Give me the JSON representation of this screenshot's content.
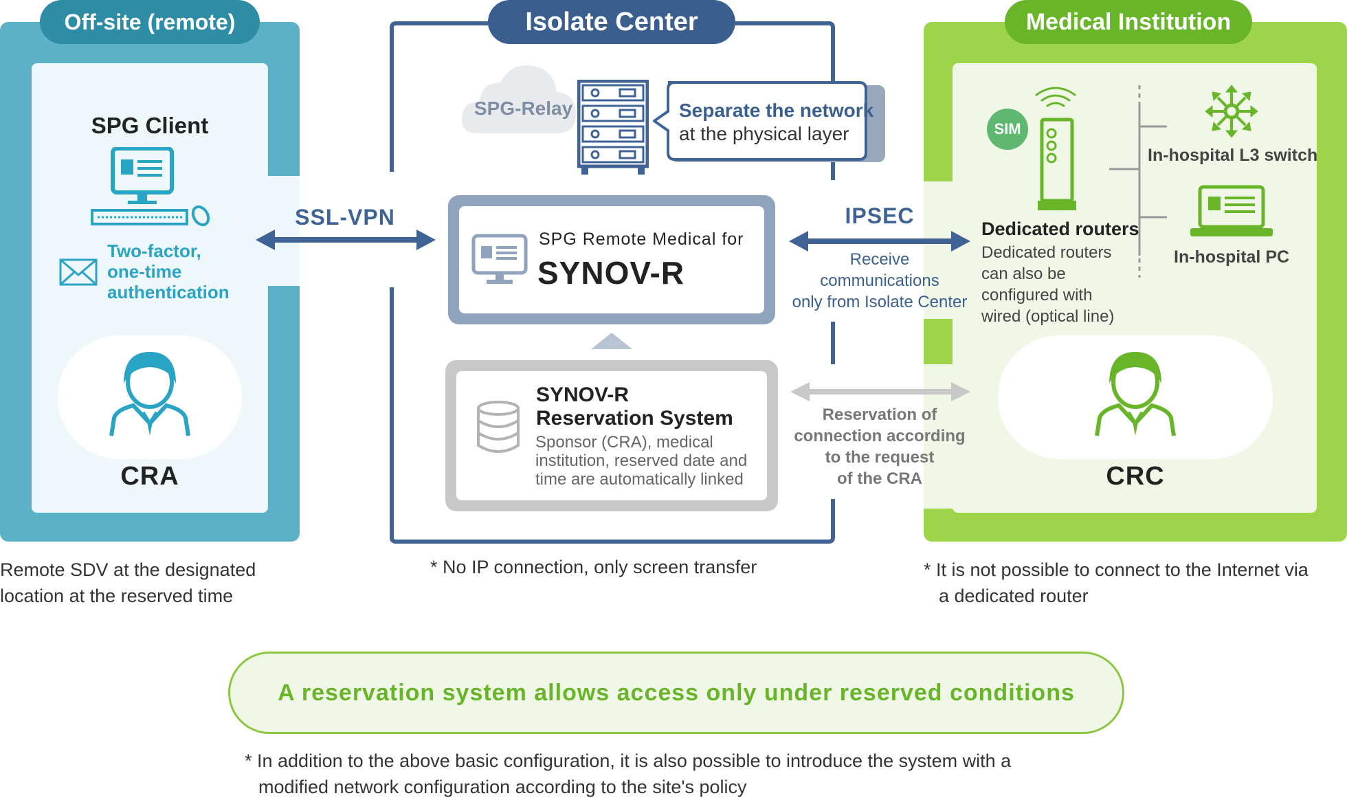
{
  "colors": {
    "remote": "#5db1c7",
    "remote_dark": "#2e8da5",
    "remote_text": "#2aa4c4",
    "center": "#3f6394",
    "center_dark": "#3a5f8e",
    "medical": "#9dd44a",
    "medical_dark": "#69b52a",
    "medical_light": "#f0f7e6",
    "gray": "#c8c8c8",
    "dark_text": "#222222"
  },
  "offsite": {
    "title": "Off-site (remote)",
    "client_label": "SPG Client",
    "auth_lines": [
      "Two-factor,",
      "one-time",
      "authentication"
    ],
    "person_label": "CRA",
    "caption_lines": [
      "Remote SDV at the designated",
      "location at the reserved time"
    ]
  },
  "vpn": {
    "label": "SSL-VPN"
  },
  "center": {
    "title": "Isolate Center",
    "relay_label": "SPG-Relay",
    "callout_lines": [
      "Separate the network",
      "at the physical layer"
    ],
    "synov_line1": "SPG Remote Medical for",
    "synov_line2": "SYNOV-R",
    "reservation_title_lines": [
      "SYNOV-R",
      "Reservation System"
    ],
    "reservation_desc_lines": [
      "Sponsor (CRA), medical",
      "institution, reserved date and",
      "time are automatically linked"
    ],
    "caption": "* No IP connection, only screen transfer"
  },
  "ipsec": {
    "label": "IPSEC",
    "note_lines": [
      "Receive",
      "communications",
      "only from Isolate Center"
    ]
  },
  "reservation_link": {
    "note_lines": [
      "Reservation of",
      "connection according",
      "to the request",
      "of the CRA"
    ]
  },
  "medical": {
    "title": "Medical Institution",
    "sim_label": "SIM",
    "router_title": "Dedicated routers",
    "router_desc_lines": [
      "Dedicated routers",
      "can also be",
      "configured with",
      "wired (optical line)"
    ],
    "switch_label": "In-hospital L3 switch",
    "pc_label": "In-hospital PC",
    "person_label": "CRC",
    "caption_lines": [
      "* It is not possible to connect to the Internet via",
      "a dedicated router"
    ]
  },
  "banner": {
    "text": "A reservation system allows access only under reserved conditions"
  },
  "footnote_lines": [
    "* In addition to the above basic configuration, it is also possible to introduce the system with a",
    "modified network configuration according to the site's policy"
  ]
}
